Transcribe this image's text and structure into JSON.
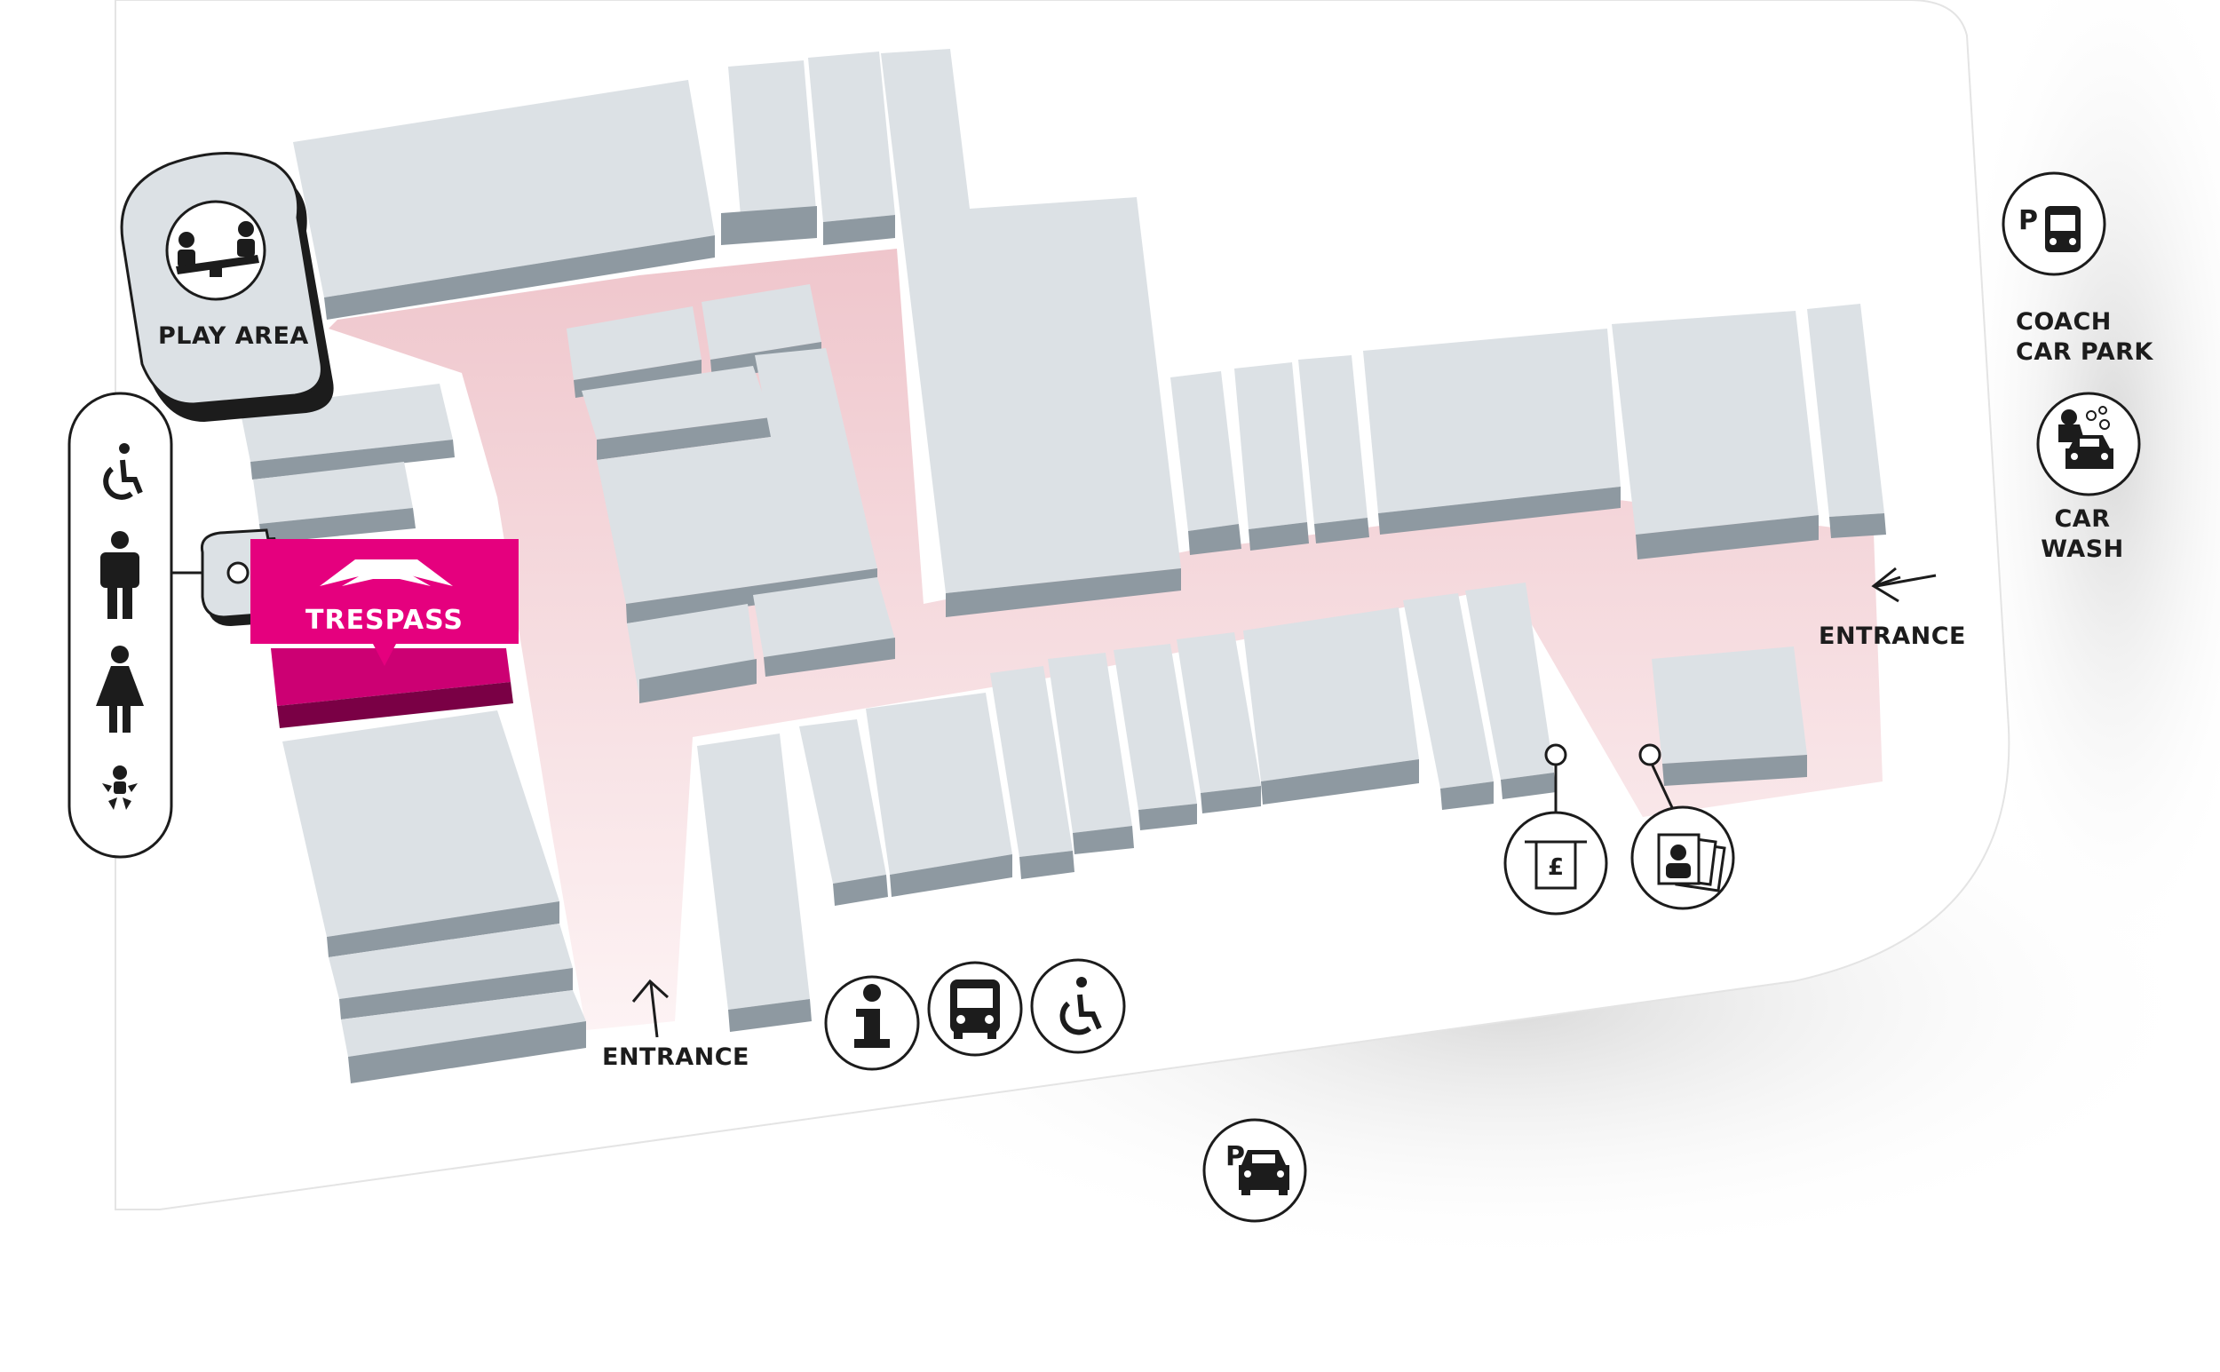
{
  "labels": {
    "play_area": "PLAY AREA",
    "entrance_bottom": "ENTRANCE",
    "entrance_right": "ENTRANCE",
    "coach_car_park_line1": "COACH",
    "coach_car_park_line2": "CAR PARK",
    "car_wash_line1": "CAR",
    "car_wash_line2": "WASH"
  },
  "store": {
    "name": "TRESPASS",
    "color": "#e5007e"
  },
  "icons": [
    "play-area-icon",
    "accessible-toilet-icon",
    "male-toilet-icon",
    "female-toilet-icon",
    "baby-change-icon",
    "coach-parking-icon",
    "car-wash-icon",
    "atm-icon",
    "photo-booth-icon",
    "information-icon",
    "bus-stop-icon",
    "accessibility-icon",
    "car-parking-icon",
    "entrance-arrow-icon"
  ],
  "colors": {
    "building_top": "#dce1e5",
    "building_side": "#8e99a1",
    "walkway": "#f2d4d8",
    "outline": "#1c1c1c"
  }
}
